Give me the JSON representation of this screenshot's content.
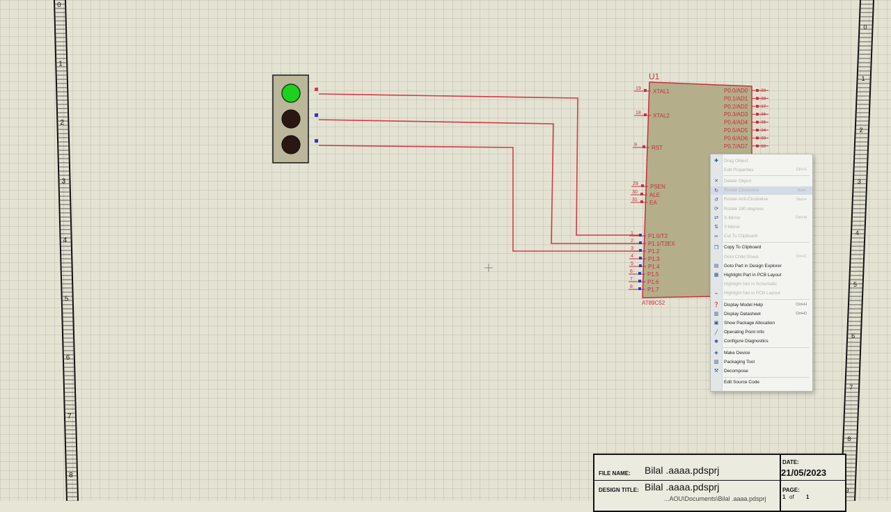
{
  "sheet": {
    "row_markers_left": [
      "0",
      "1",
      "2",
      "3",
      "4",
      "5",
      "6",
      "7",
      "8"
    ],
    "row_markers_right": [
      "0",
      "1",
      "2",
      "3",
      "4",
      "5",
      "6",
      "7",
      "8",
      "9"
    ],
    "colors": {
      "wire": "#d23a4a",
      "chip_body": "#b4ae8a",
      "chip_border": "#c4303e",
      "led_on": "#1ed11e",
      "led_off": "#2a1712"
    }
  },
  "traffic_light": {
    "lamps": [
      "green-on",
      "off",
      "off"
    ]
  },
  "chip": {
    "ref": "U1",
    "part": "AT89C52",
    "left_pins": [
      {
        "num": "19",
        "name": "XTAL1"
      },
      {
        "num": "18",
        "name": "XTAL2"
      },
      {
        "num": "9",
        "name": "RST"
      },
      {
        "num": "29",
        "name": "PSEN"
      },
      {
        "num": "30",
        "name": "ALE"
      },
      {
        "num": "31",
        "name": "EA"
      },
      {
        "num": "1",
        "name": "P1.0/T2"
      },
      {
        "num": "2",
        "name": "P1.1/T2EX"
      },
      {
        "num": "3",
        "name": "P1.2"
      },
      {
        "num": "4",
        "name": "P1.3"
      },
      {
        "num": "5",
        "name": "P1.4"
      },
      {
        "num": "6",
        "name": "P1.5"
      },
      {
        "num": "7",
        "name": "P1.6"
      },
      {
        "num": "8",
        "name": "P1.7"
      }
    ],
    "right_pins": [
      {
        "num": "39",
        "name": "P0.0/AD0"
      },
      {
        "num": "38",
        "name": "P0.1/AD1"
      },
      {
        "num": "37",
        "name": "P0.2/AD2"
      },
      {
        "num": "36",
        "name": "P0.3/AD3"
      },
      {
        "num": "35",
        "name": "P0.4/AD4"
      },
      {
        "num": "34",
        "name": "P0.5/AD5"
      },
      {
        "num": "33",
        "name": "P0.6/AD6"
      },
      {
        "num": "32",
        "name": "P0.7/AD7"
      }
    ]
  },
  "context_menu": {
    "items": [
      {
        "label": "Drag Object",
        "shortcut": "",
        "icon": "move-icon",
        "disabled": true
      },
      {
        "label": "Edit Properties",
        "shortcut": "Ctrl+E",
        "icon": "",
        "disabled": true
      },
      {
        "label": "Delete Object",
        "shortcut": "",
        "icon": "delete-icon",
        "disabled": true
      },
      {
        "label": "Rotate Clockwise",
        "shortcut": "Num-",
        "icon": "rotate-cw-icon",
        "disabled": true
      },
      {
        "label": "Rotate Anti-Clockwise",
        "shortcut": "Num+",
        "icon": "rotate-ccw-icon",
        "disabled": true
      },
      {
        "label": "Rotate 180 degrees",
        "shortcut": "",
        "icon": "rotate-180-icon",
        "disabled": true
      },
      {
        "label": "X-Mirror",
        "shortcut": "Ctrl+M",
        "icon": "x-mirror-icon",
        "disabled": true
      },
      {
        "label": "Y-Mirror",
        "shortcut": "",
        "icon": "y-mirror-icon",
        "disabled": true
      },
      {
        "label": "Cut To Clipboard",
        "shortcut": "",
        "icon": "cut-icon",
        "disabled": true
      },
      {
        "label": "Copy To Clipboard",
        "shortcut": "",
        "icon": "copy-icon",
        "disabled": false
      },
      {
        "label": "Goto Child Sheet",
        "shortcut": "Ctrl+C",
        "icon": "",
        "disabled": true
      },
      {
        "label": "Goto Part in Design Explorer",
        "shortcut": "",
        "icon": "design-explorer-icon",
        "disabled": false
      },
      {
        "label": "Highlight Part in PCB Layout",
        "shortcut": "",
        "icon": "pcb-icon",
        "disabled": false
      },
      {
        "label": "Highlight Net in Schematic",
        "shortcut": "",
        "icon": "",
        "disabled": true
      },
      {
        "label": "Highlight Net in PCB Layout",
        "shortcut": "",
        "icon": "net-icon",
        "disabled": true
      },
      {
        "label": "Display Model Help",
        "shortcut": "Ctrl+H",
        "icon": "help-icon",
        "disabled": false
      },
      {
        "label": "Display Datasheet",
        "shortcut": "Ctrl+D",
        "icon": "datasheet-icon",
        "disabled": false
      },
      {
        "label": "Show Package Allocation",
        "shortcut": "",
        "icon": "package-icon",
        "disabled": false
      },
      {
        "label": "Operating Point Info",
        "shortcut": "",
        "icon": "probe-icon",
        "disabled": false
      },
      {
        "label": "Configure Diagnostics",
        "shortcut": "",
        "icon": "bug-icon",
        "disabled": false
      },
      {
        "label": "Make Device",
        "shortcut": "",
        "icon": "make-device-icon",
        "disabled": false
      },
      {
        "label": "Packaging Tool",
        "shortcut": "",
        "icon": "packaging-icon",
        "disabled": false
      },
      {
        "label": "Decompose",
        "shortcut": "",
        "icon": "decompose-icon",
        "disabled": false
      },
      {
        "label": "Edit Source Code",
        "shortcut": "",
        "icon": "",
        "disabled": false
      }
    ]
  },
  "title_block": {
    "file_name_label": "FILE NAME:",
    "file_name": "Bilal .aaaa.pdsprj",
    "design_title_label": "DESIGN TITLE:",
    "design_title": "Bilal .aaaa.pdsprj",
    "path": "...AOU\\Documents\\Bilal .aaaa.pdsprj",
    "date_label": "DATE:",
    "date": "21/05/2023",
    "page_label": "PAGE:",
    "page": "1",
    "page_of": "of",
    "page_total": "1"
  }
}
